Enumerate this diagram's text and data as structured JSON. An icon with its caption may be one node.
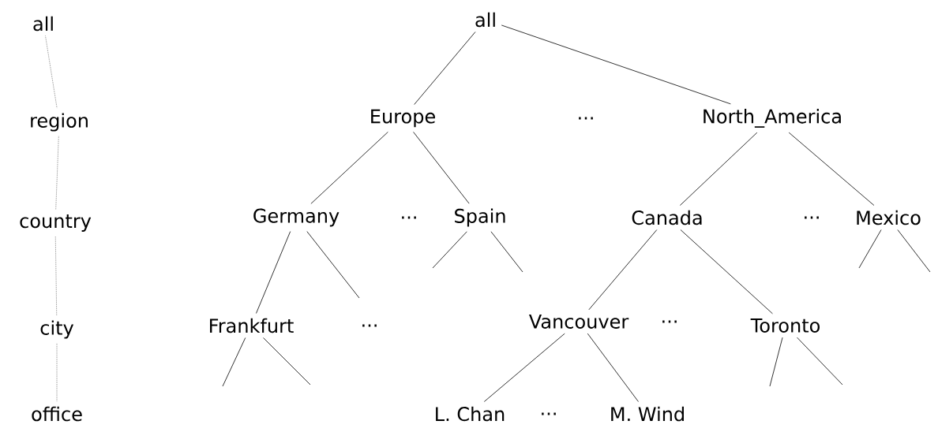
{
  "diagram": {
    "nodes": [
      {
        "text": [
          "all"
        ]
      },
      {
        "text": [
          "region"
        ]
      },
      {
        "text": [
          "country"
        ]
      },
      {
        "text": [
          "city"
        ]
      },
      {
        "text": [
          "office"
        ]
      },
      {
        "text": [
          "all"
        ]
      },
      {
        "text": [
          "Europe"
        ]
      },
      {
        "text": [
          "North_America"
        ]
      },
      {
        "text": [
          "Germany"
        ]
      },
      {
        "text": [
          "Spain"
        ]
      },
      {
        "text": [
          "Canada"
        ]
      },
      {
        "text": [
          "Mexico"
        ]
      },
      {
        "text": [
          "Frankfurt"
        ]
      },
      {
        "text": [
          "Vancouver"
        ]
      },
      {
        "text": [
          "Toronto"
        ]
      },
      {
        "text": [
          "L. Chan"
        ]
      },
      {
        "text": [
          "M. Wind"
        ]
      }
    ],
    "edges": [
      {
        "from": 0,
        "to": 1,
        "arrow": "none",
        "style": "dashed"
      },
      {
        "from": 1,
        "to": 2,
        "arrow": "none",
        "style": "dashed"
      },
      {
        "from": 2,
        "to": 3,
        "arrow": "none",
        "style": "dashed"
      },
      {
        "from": 3,
        "to": 4,
        "arrow": "none",
        "style": "dashed"
      },
      {
        "from": 5,
        "to": 6,
        "arrow": "none"
      },
      {
        "from": 5,
        "to": 7,
        "arrow": "none"
      },
      {
        "from": 6,
        "to": 8,
        "arrow": "none"
      },
      {
        "from": 6,
        "to": 9,
        "arrow": "none"
      },
      {
        "from": 7,
        "to": 10,
        "arrow": "none"
      },
      {
        "from": 7,
        "to": 11,
        "arrow": "none"
      },
      {
        "from": 8,
        "to": 12,
        "arrow": "none"
      },
      {
        "from": 8,
        "to": null,
        "arrow": "none"
      },
      {
        "from": 9,
        "to": null,
        "arrow": "none"
      },
      {
        "from": 9,
        "to": null,
        "arrow": "none"
      },
      {
        "from": 10,
        "to": 13,
        "arrow": "none"
      },
      {
        "from": 10,
        "to": 14,
        "arrow": "none"
      },
      {
        "from": 11,
        "to": null,
        "arrow": "none"
      },
      {
        "from": 11,
        "to": null,
        "arrow": "none"
      },
      {
        "from": 12,
        "to": null,
        "arrow": "none"
      },
      {
        "from": 12,
        "to": null,
        "arrow": "none"
      },
      {
        "from": 13,
        "to": 15,
        "arrow": "none"
      },
      {
        "from": 13,
        "to": 16,
        "arrow": "none"
      },
      {
        "from": 14,
        "to": null,
        "arrow": "none"
      },
      {
        "from": 14,
        "to": null,
        "arrow": "none"
      }
    ],
    "labels": [
      "...",
      "...",
      "...",
      "...",
      "...",
      "..."
    ]
  }
}
